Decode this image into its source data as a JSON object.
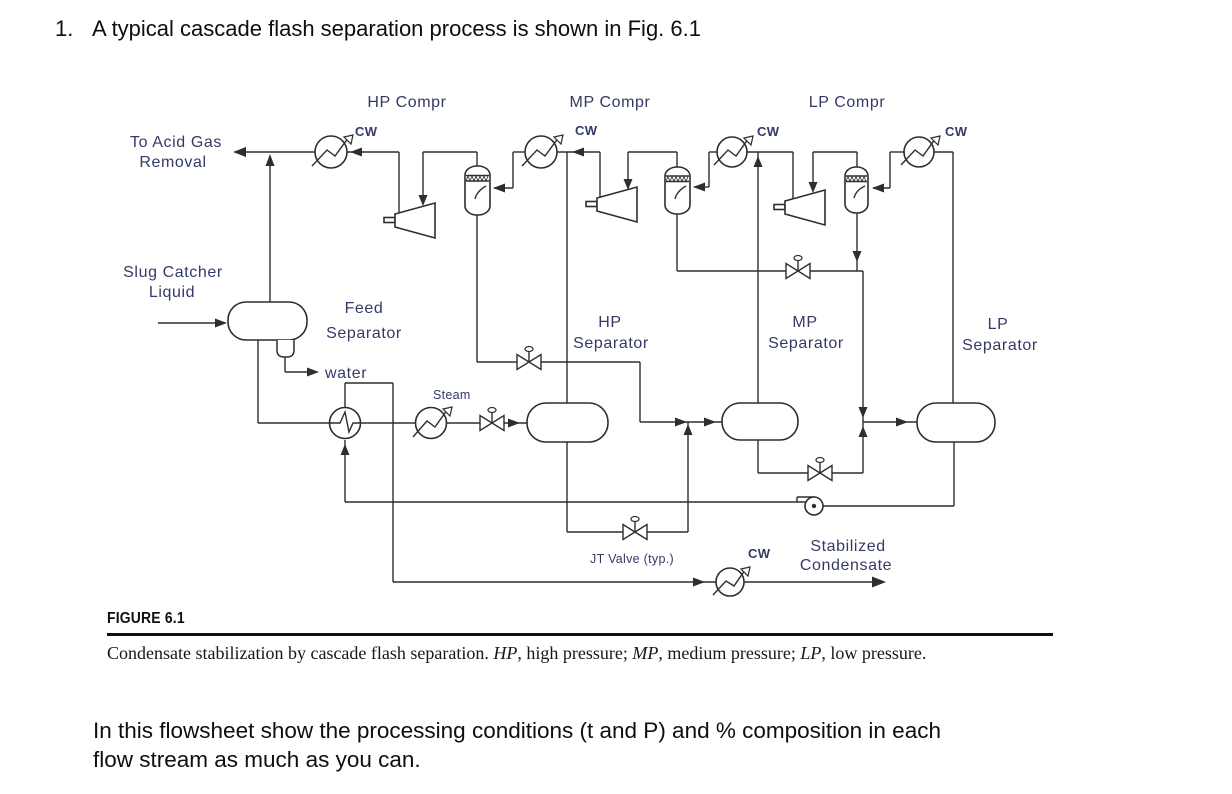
{
  "title": {
    "number": "1.",
    "text": "A typical cascade flash separation process is shown in Fig. 6.1"
  },
  "figure": {
    "label": "FIGURE 6.1",
    "caption": {
      "lead": "Condensate stabilization by cascade flash separation. ",
      "hp": "HP",
      "hp_desc": ", high pressure; ",
      "mp": "MP",
      "mp_desc": ", medium pressure; ",
      "lp": "LP",
      "lp_desc": ", low pressure."
    }
  },
  "question": {
    "line1": "In this flowsheet show the processing conditions (t and P) and % composition in each",
    "line2": "flow stream as much as you can."
  },
  "diagram": {
    "labels": {
      "hp_compr": "HP Compr",
      "mp_compr": "MP Compr",
      "lp_compr": "LP Compr",
      "cw": "CW",
      "to_acid_gas_line1": "To Acid Gas",
      "to_acid_gas_line2": "Removal",
      "slug_catcher_line1": "Slug Catcher",
      "slug_catcher_line2": "Liquid",
      "feed_separator_line1": "Feed",
      "feed_separator_line2": "Separator",
      "water": "water",
      "steam": "Steam",
      "hp_separator_line1": "HP",
      "mp_separator_line1": "MP",
      "lp_separator_line1": "LP",
      "separator": "Separator",
      "jt_valve": "JT Valve (typ.)",
      "stabilized_line1": "Stabilized",
      "stabilized_line2": "Condensate"
    },
    "colors": {
      "line": "#2e2e2e",
      "label_text": "#343a66",
      "body_text": "#0e0e0e"
    }
  }
}
